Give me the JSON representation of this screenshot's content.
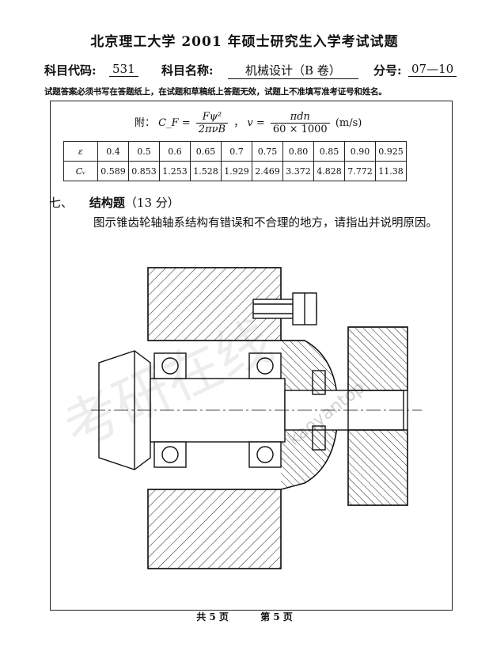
{
  "header": {
    "title": "北京理工大学 2001 年硕士研究生入学考试试题",
    "code_label": "科目代码:",
    "code_value": "531",
    "name_label": "科目名称:",
    "name_value": "机械设计（B 卷）",
    "score_label": "分号:",
    "score_value": "07—10",
    "notice": "试题答案必须书写在答题纸上，在试题和草稿纸上答题无效，试题上不准填写准考证号和姓名。"
  },
  "formula": {
    "prefix": "附：",
    "cf_lhs": "C_F =",
    "cf_num": "Fψ²",
    "cf_den": "2πνB",
    "sep": "，",
    "v_lhs": "v =",
    "v_num": "πdn",
    "v_den": "60 × 1000",
    "v_unit": "(m/s)"
  },
  "table": {
    "row1_label": "ε",
    "row1": [
      "0.4",
      "0.5",
      "0.6",
      "0.65",
      "0.7",
      "0.75",
      "0.80",
      "0.85",
      "0.90",
      "0.925"
    ],
    "row2_label": "Cᵥ",
    "row2": [
      "0.589",
      "0.853",
      "1.253",
      "1.528",
      "1.929",
      "2.469",
      "3.372",
      "4.828",
      "7.772",
      "11.38"
    ]
  },
  "question7": {
    "number": "七、",
    "title": "结构题",
    "score": "（13 分）",
    "text": "图示锥齿轮轴轴系结构有错误和不合理的地方，请指出并说明原因。"
  },
  "footer": {
    "total": "共 5 页",
    "page": "第 5 页"
  },
  "watermark": {
    "text": "kaoyantop"
  }
}
